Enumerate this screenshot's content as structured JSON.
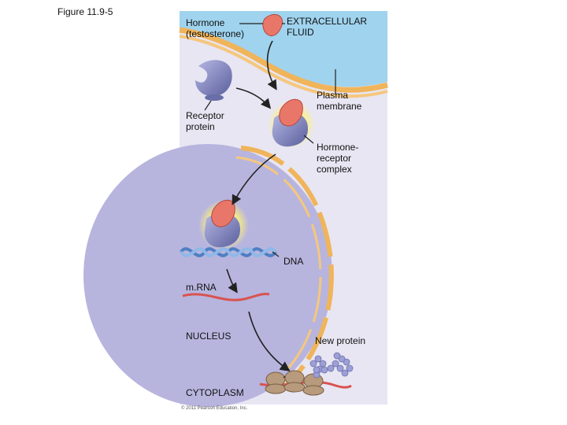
{
  "figure_label": "Figure 11.9-5",
  "labels": {
    "hormone": "Hormone\n(testosterone)",
    "extracellular": "EXTRACELLULAR\nFLUID",
    "receptor": "Receptor\nprotein",
    "plasma": "Plasma\nmembrane",
    "complex": "Hormone-\nreceptor\ncomplex",
    "dna": "DNA",
    "mrna": "m.RNA",
    "nucleus": "NUCLEUS",
    "new_protein": "New protein",
    "cytoplasm": "CYTOPLASM"
  },
  "credit": "© 2011 Pearson Education, Inc.",
  "colors": {
    "extracellular": "#9fd3ee",
    "cytoplasm": "#e8e6f3",
    "nucleus": "#b7b5de",
    "membrane": "#f0b45a",
    "hormone": "#e8776a",
    "receptor": "#7b7fb8",
    "glow": "#fff27a",
    "mrna": "#d9534f",
    "protein": "#9da0d6",
    "ribosome": "#b89a7c"
  }
}
